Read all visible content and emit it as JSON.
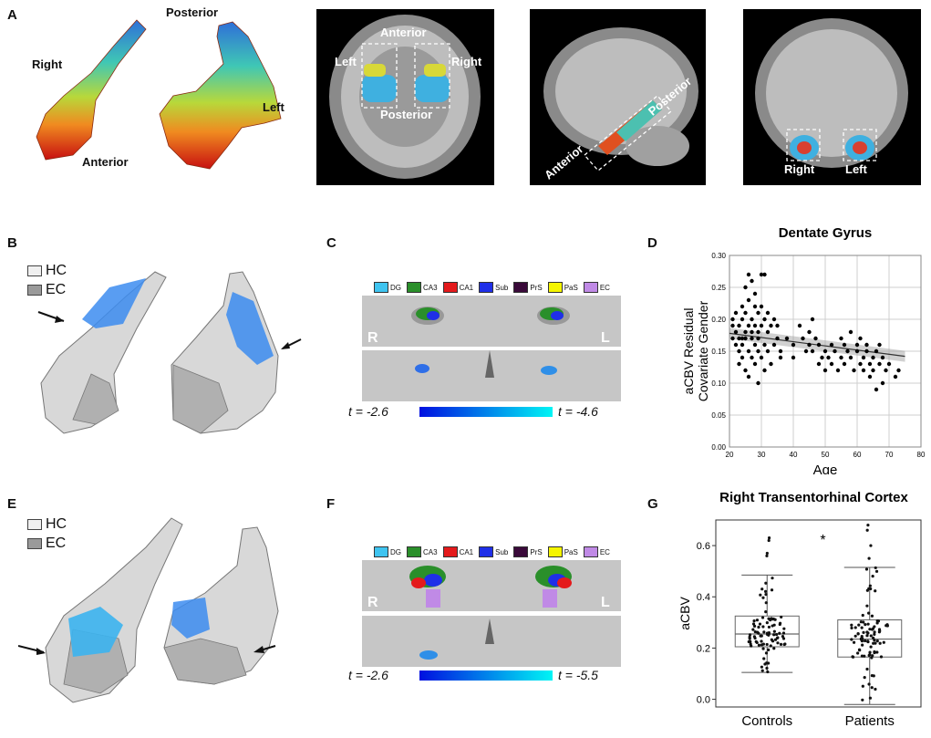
{
  "panels": {
    "A": {
      "label": "A",
      "render3d": {
        "right": "Right",
        "posterior": "Posterior",
        "left": "Left",
        "anterior": "Anterior"
      },
      "axial": {
        "anterior": "Anterior",
        "left": "Left",
        "right": "Right",
        "posterior": "Posterior"
      },
      "sagittal": {
        "posterior": "Posterior",
        "anterior": "Anterior"
      },
      "coronal": {
        "right": "Right",
        "left": "Left"
      }
    },
    "B": {
      "label": "B",
      "legend": [
        "HC",
        "EC"
      ]
    },
    "C": {
      "label": "C",
      "keys": [
        "DG",
        "CA3",
        "CA1",
        "Sub",
        "PrS",
        "PaS",
        "EC"
      ],
      "side_r": "R",
      "side_l": "L",
      "t_min": "t = -2.6",
      "t_max": "t = -4.6"
    },
    "D": {
      "label": "D"
    },
    "E": {
      "label": "E",
      "legend": [
        "HC",
        "EC"
      ]
    },
    "F": {
      "label": "F",
      "keys": [
        "DG",
        "CA3",
        "CA1",
        "Sub",
        "PrS",
        "PaS",
        "EC"
      ],
      "side_r": "R",
      "side_l": "L",
      "t_min": "t = -2.6",
      "t_max": "t = -5.5"
    },
    "G": {
      "label": "G"
    }
  },
  "colors": {
    "key": [
      "#3fc4f0",
      "#2a8f2a",
      "#e41a1c",
      "#1f2fe8",
      "#3a0a3a",
      "#f5f500",
      "#c08ae6"
    ],
    "tbar_start": "#0010e0",
    "tbar_end": "#00f5f5"
  },
  "chart_data": [
    {
      "type": "scatter",
      "title": "Dentate Gyrus",
      "xlabel": "Age",
      "ylabel": "aCBV Residual Covariate Gender",
      "xlim": [
        20,
        80
      ],
      "ylim": [
        0.0,
        0.3
      ],
      "xticks": [
        "20",
        "30",
        "40",
        "50",
        "60",
        "70",
        "80"
      ],
      "yticks": [
        "0.00",
        "0.05",
        "0.10",
        "0.15",
        "0.20",
        "0.25",
        "0.30"
      ],
      "grid": true,
      "fit_line": {
        "x": [
          20,
          75
        ],
        "y": [
          0.178,
          0.142
        ]
      },
      "points": [
        [
          21,
          0.19
        ],
        [
          21,
          0.17
        ],
        [
          21,
          0.2
        ],
        [
          22,
          0.16
        ],
        [
          22,
          0.18
        ],
        [
          22,
          0.21
        ],
        [
          23,
          0.15
        ],
        [
          23,
          0.19
        ],
        [
          23,
          0.17
        ],
        [
          23,
          0.13
        ],
        [
          24,
          0.17
        ],
        [
          24,
          0.2
        ],
        [
          24,
          0.14
        ],
        [
          24,
          0.22
        ],
        [
          24,
          0.16
        ],
        [
          25,
          0.18
        ],
        [
          25,
          0.12
        ],
        [
          25,
          0.25
        ],
        [
          25,
          0.17
        ],
        [
          25,
          0.21
        ],
        [
          26,
          0.27
        ],
        [
          26,
          0.15
        ],
        [
          26,
          0.19
        ],
        [
          26,
          0.23
        ],
        [
          26,
          0.11
        ],
        [
          27,
          0.17
        ],
        [
          27,
          0.2
        ],
        [
          27,
          0.14
        ],
        [
          27,
          0.26
        ],
        [
          27,
          0.18
        ],
        [
          28,
          0.16
        ],
        [
          28,
          0.22
        ],
        [
          28,
          0.19
        ],
        [
          28,
          0.13
        ],
        [
          28,
          0.24
        ],
        [
          29,
          0.18
        ],
        [
          29,
          0.15
        ],
        [
          29,
          0.21
        ],
        [
          29,
          0.1
        ],
        [
          29,
          0.17
        ],
        [
          30,
          0.27
        ],
        [
          30,
          0.19
        ],
        [
          30,
          0.14
        ],
        [
          30,
          0.22
        ],
        [
          31,
          0.27
        ],
        [
          31,
          0.16
        ],
        [
          31,
          0.2
        ],
        [
          31,
          0.12
        ],
        [
          32,
          0.18
        ],
        [
          32,
          0.15
        ],
        [
          32,
          0.21
        ],
        [
          33,
          0.19
        ],
        [
          33,
          0.13
        ],
        [
          34,
          0.2
        ],
        [
          34,
          0.16
        ],
        [
          35,
          0.17
        ],
        [
          35,
          0.19
        ],
        [
          36,
          0.14
        ],
        [
          36,
          0.15
        ],
        [
          38,
          0.17
        ],
        [
          40,
          0.16
        ],
        [
          40,
          0.14
        ],
        [
          42,
          0.19
        ],
        [
          43,
          0.17
        ],
        [
          44,
          0.15
        ],
        [
          45,
          0.18
        ],
        [
          45,
          0.16
        ],
        [
          46,
          0.2
        ],
        [
          46,
          0.15
        ],
        [
          47,
          0.17
        ],
        [
          48,
          0.13
        ],
        [
          48,
          0.16
        ],
        [
          49,
          0.14
        ],
        [
          50,
          0.15
        ],
        [
          50,
          0.12
        ],
        [
          51,
          0.14
        ],
        [
          52,
          0.13
        ],
        [
          52,
          0.16
        ],
        [
          53,
          0.15
        ],
        [
          54,
          0.12
        ],
        [
          55,
          0.17
        ],
        [
          55,
          0.14
        ],
        [
          56,
          0.16
        ],
        [
          56,
          0.13
        ],
        [
          57,
          0.15
        ],
        [
          58,
          0.18
        ],
        [
          58,
          0.14
        ],
        [
          59,
          0.12
        ],
        [
          60,
          0.16
        ],
        [
          60,
          0.15
        ],
        [
          61,
          0.13
        ],
        [
          61,
          0.17
        ],
        [
          62,
          0.14
        ],
        [
          62,
          0.12
        ],
        [
          63,
          0.15
        ],
        [
          63,
          0.16
        ],
        [
          64,
          0.13
        ],
        [
          64,
          0.11
        ],
        [
          65,
          0.14
        ],
        [
          65,
          0.12
        ],
        [
          66,
          0.09
        ],
        [
          66,
          0.15
        ],
        [
          67,
          0.13
        ],
        [
          67,
          0.16
        ],
        [
          68,
          0.1
        ],
        [
          68,
          0.14
        ],
        [
          69,
          0.12
        ],
        [
          70,
          0.13
        ],
        [
          72,
          0.11
        ],
        [
          73,
          0.12
        ]
      ]
    },
    {
      "type": "box",
      "title": "Right Transentorhinal Cortex",
      "xlabel": "",
      "ylabel": "aCBV",
      "categories": [
        "Controls",
        "Patients"
      ],
      "ylim": [
        -0.03,
        0.7
      ],
      "yticks": [
        "0.0",
        "0.2",
        "0.4",
        "0.6"
      ],
      "significance": "*",
      "boxes": [
        {
          "name": "Controls",
          "whisker_low": 0.105,
          "q1": 0.205,
          "median": 0.255,
          "q3": 0.325,
          "whisker_high": 0.485
        },
        {
          "name": "Patients",
          "whisker_low": -0.02,
          "q1": 0.165,
          "median": 0.235,
          "q3": 0.31,
          "whisker_high": 0.515
        }
      ]
    }
  ]
}
